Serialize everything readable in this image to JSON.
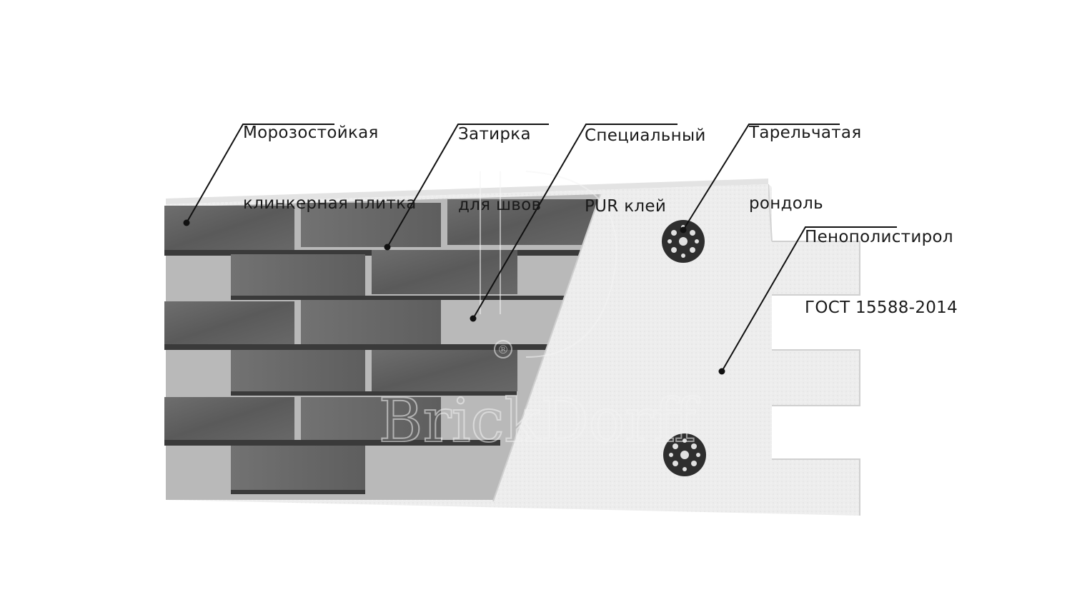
{
  "callouts": {
    "tile": {
      "line1": "Морозостойкая",
      "line2": "клинкерная плитка"
    },
    "grout": {
      "line1": "Затирка",
      "line2": "для швов"
    },
    "glue": {
      "line1": "Специальный",
      "line2": "PUR клей"
    },
    "dowel": {
      "line1": "Тарельчатая",
      "line2": "рондоль"
    },
    "foam": {
      "line1": "Пенополистирол",
      "line2": "ГОСТ 15588-2014"
    }
  },
  "watermark": {
    "brand": "BrickDorff",
    "registered": "®"
  },
  "colors": {
    "brick_dark": "#555555",
    "brick_mid": "#6a6a6a",
    "mortar": "#3c3c3c",
    "glue": "#b4b4b4",
    "foam": "#ececec",
    "foam_edge": "#d9d9d9",
    "dowel": "#333333",
    "leader": "#111111"
  }
}
